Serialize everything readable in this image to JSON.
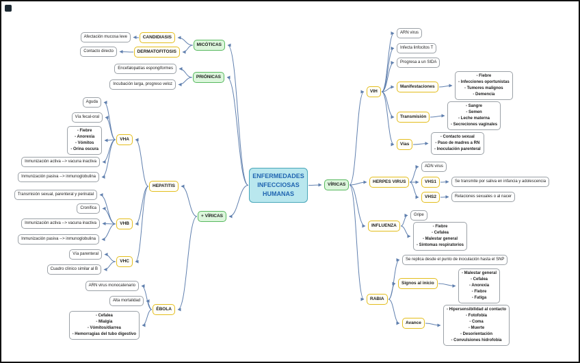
{
  "palette": {
    "central_bg": "#b9e7ee",
    "central_border": "#46a5b8",
    "central_text": "#1f64b0",
    "green_bg": "#dcf6dc",
    "green_border": "#57b85e",
    "yellow_bg": "#fffef7",
    "yellow_border": "#e3bd1d",
    "white_border": "#9aa0a6",
    "edge": "#5f7fae"
  },
  "nodes": {
    "central": "ENFERMEDADES\nINFECCIOSAS\nHUMANAS",
    "micoticas": "MICÓTICAS",
    "prionicas": "PRIÓNICAS",
    "viricas_izq": "+ VÍRICAS",
    "viricas_der": "VÍRICAS",
    "candidiasis": "CANDIDIASIS",
    "dermatofitosis": "DERMATOFITOSIS",
    "afectacion_mucosa": "Afectación mucosa leve",
    "contacto_directo": "Contacto directo",
    "encefalopatias": "Encefalopatías espongiformes",
    "incubacion": "Incubación larga, progreso veloz",
    "hepatitis": "HEPATITIS",
    "vha": "VHA",
    "vhb": "VHB",
    "vhc": "VHC",
    "aguda": "Aguda",
    "via_fecal_oral": "Vía fecal-oral",
    "vha_sintomas": "- Fiebre\n- Anorexia\n- Vómitos\n- Orina oscura",
    "vha_inmunizacion_activa": "Inmunización activa --> vacuna inactiva",
    "vha_inmunizacion_pasiva": "Inmunización pasiva --> inmunoglobulina",
    "vhb_transmision": "Transmisión sexual, parenteral y perinatal",
    "cronifica": "Cronifica",
    "vhb_inmunizacion_activa": "Inmunización activa --> vacuna inactiva",
    "vhb_inmunizacion_pasiva": "Inmunización pasiva --> inmunoglobulina",
    "via_parenteral": "Vía parenteral",
    "cuadro_clinico": "Cuadro clínico similar al B",
    "ebola": "ÉBOLA",
    "arn_monocatenario": "ARN virus monocatenario",
    "alta_mortalidad": "Alta mortalidad",
    "ebola_sintomas": "- Cefalea\n- Mialgia\n- Vómitos/diarrea\n- Hemorragias del tubo digestivo",
    "vih": "VIH",
    "arn_virus": "ARN virus",
    "infecta_linfocitos": "Infecta linfocitos T",
    "progresa_sida": "Progresa a un SIDA",
    "manifestaciones": "Manifestaciones",
    "manifestaciones_lista": "- Fiebre\n- Infecciones oportunistas\n- Tumores malignos\n- Demencia",
    "transmision": "Transmisión",
    "transmision_lista": "- Sangre\n- Semen\n- Leche materna\n- Secreciones vaginales",
    "vias": "Vías",
    "vias_lista": "- Contacto sexual\n- Paso de madres a RN\n- Inoculación parenteral",
    "herpes": "HERPES VIRUS",
    "adn_virus": "ADN virus",
    "vhs1": "VHS1",
    "vhs1_desc": "Se transmite por saliva en infancia y adolescencia",
    "vhs2": "VHS2",
    "vhs2_desc": "Relaciones sexuales o al nacer",
    "influenza": "INFLUENZA",
    "gripe": "Gripe",
    "influenza_sintomas": "- Fiebre\n- Cefalea\n- Malestar general\n- Síntomas respiratorios",
    "rabia": "RABIA",
    "rabia_replica": "Se replica desde el punto de inoculación hasta el SNP",
    "signos_inicio": "Signos al inicio",
    "signos_lista": "- Malestar general\n- Cefalea\n- Anorexia\n- Fiebre\n- Fatiga",
    "avance": "Avance",
    "avance_lista": "- Hipersensibilidad al contacto\n- Fotofobia\n- Coma\n- Muerte\n- Desorientación\n- Convulsiones hidrofobia"
  }
}
